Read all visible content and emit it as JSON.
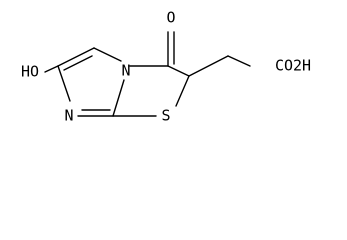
{
  "molecule": {
    "labels": {
      "hydroxyl": "HO",
      "ring_nitrogen_bridge": "N",
      "ring_nitrogen": "N",
      "ring_sulfur": "S",
      "carbonyl_oxygen": "O",
      "acid_group": "CO2H"
    }
  }
}
